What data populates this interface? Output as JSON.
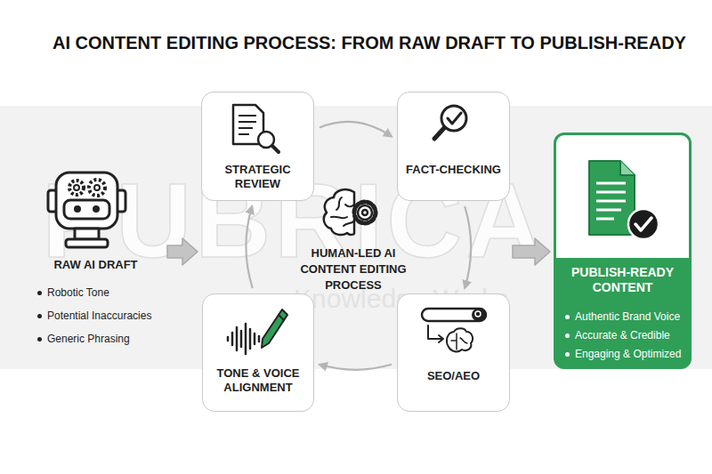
{
  "diagram": {
    "title": "AI CONTENT EDITING PROCESS: FROM RAW DRAFT TO PUBLISH-READY",
    "nodes": [
      {
        "text": [
          "RAW AI DRAFT",
          "Robotic Tone",
          "Potential Inaccuracies",
          "Generic Phrasing"
        ]
      },
      {
        "text": [
          "STRATEGIC REVIEW"
        ]
      },
      {
        "text": [
          "FACT-CHECKING"
        ]
      },
      {
        "text": [
          "SEO/AEO"
        ]
      },
      {
        "text": [
          "TONE & VOICE ALIGNMENT"
        ]
      },
      {
        "text": [
          "PUBLISH-READY CONTENT",
          "Authentic Brand Voice",
          "Accurate & Credible",
          "Engaging & Optimized"
        ]
      }
    ],
    "edges": [
      {
        "from": 0,
        "to": 1,
        "arrow": "to"
      },
      {
        "from": 1,
        "to": 2,
        "arrow": "to"
      },
      {
        "from": 2,
        "to": 3,
        "arrow": "to"
      },
      {
        "from": 3,
        "to": 4,
        "arrow": "to"
      },
      {
        "from": 4,
        "to": 1,
        "arrow": "to"
      },
      {
        "from": 2,
        "to": 5,
        "arrow": "to"
      }
    ],
    "labels": [
      "HUMAN-LED AI CONTENT EDITING PROCESS",
      "PUBRICA",
      "Knowledge Works"
    ]
  }
}
